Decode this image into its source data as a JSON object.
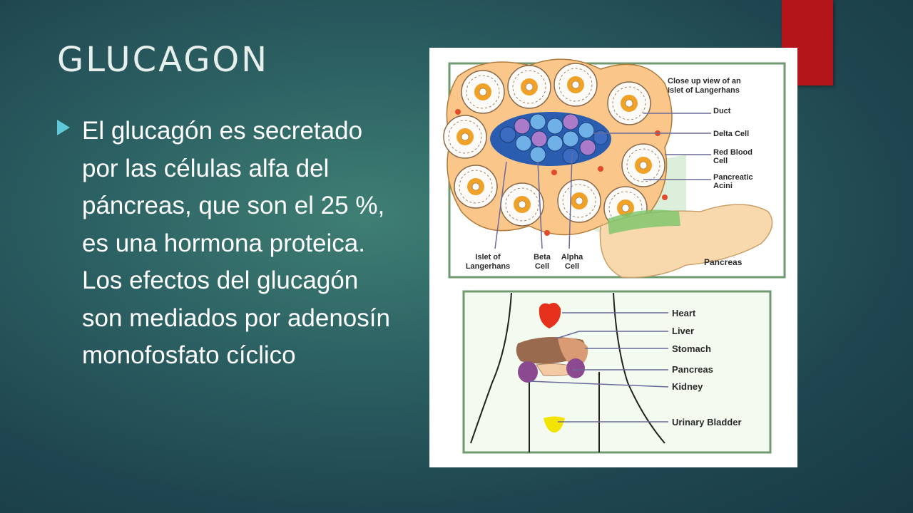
{
  "slide": {
    "title": "GLUCAGON",
    "body": "El glucagón es secretado por las células alfa del páncreas, que son el 25 %, es una hormona proteica. Los efectos del glucagón son mediados por adenosín monofosfato cíclico",
    "bullet_icon": "triangle-bullet-icon",
    "accent_color": "#b3151b"
  },
  "figure": {
    "heading": [
      "Close up view of an",
      "Islet of Langerhans"
    ],
    "top_labels": {
      "duct": "Duct",
      "delta_cell": "Delta Cell",
      "red_blood_cell": [
        "Red Blood",
        "Cell"
      ],
      "pancreatic_acini": [
        "Pancreatic",
        "Acini"
      ],
      "islet": [
        "Islet of",
        "Langerhans"
      ],
      "beta_cell": [
        "Beta",
        "Cell"
      ],
      "alpha_cell": [
        "Alpha",
        "Cell"
      ],
      "pancreas": "Pancreas"
    },
    "organ_labels": {
      "heart": "Heart",
      "liver": "Liver",
      "stomach": "Stomach",
      "pancreas": "Pancreas",
      "kidney": "Kidney",
      "bladder": "Urinary Bladder"
    }
  }
}
